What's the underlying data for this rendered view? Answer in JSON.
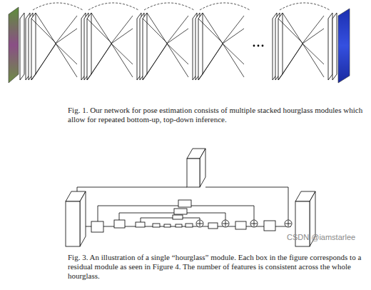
{
  "diagram": {
    "labels": [
      "Fig. 1. Our network for pose estimation consists of multiple stacked hourglass modules which allow for repeated bottom-up, top-down inference.",
      "Fig. 3. An illustration of a single “hourglass” module. Each box in the figure corresponds to a residual module as seen in Figure 4. The number of features is consistent across the whole hourglass.",
      "CSDN @iamstarlee"
    ]
  }
}
